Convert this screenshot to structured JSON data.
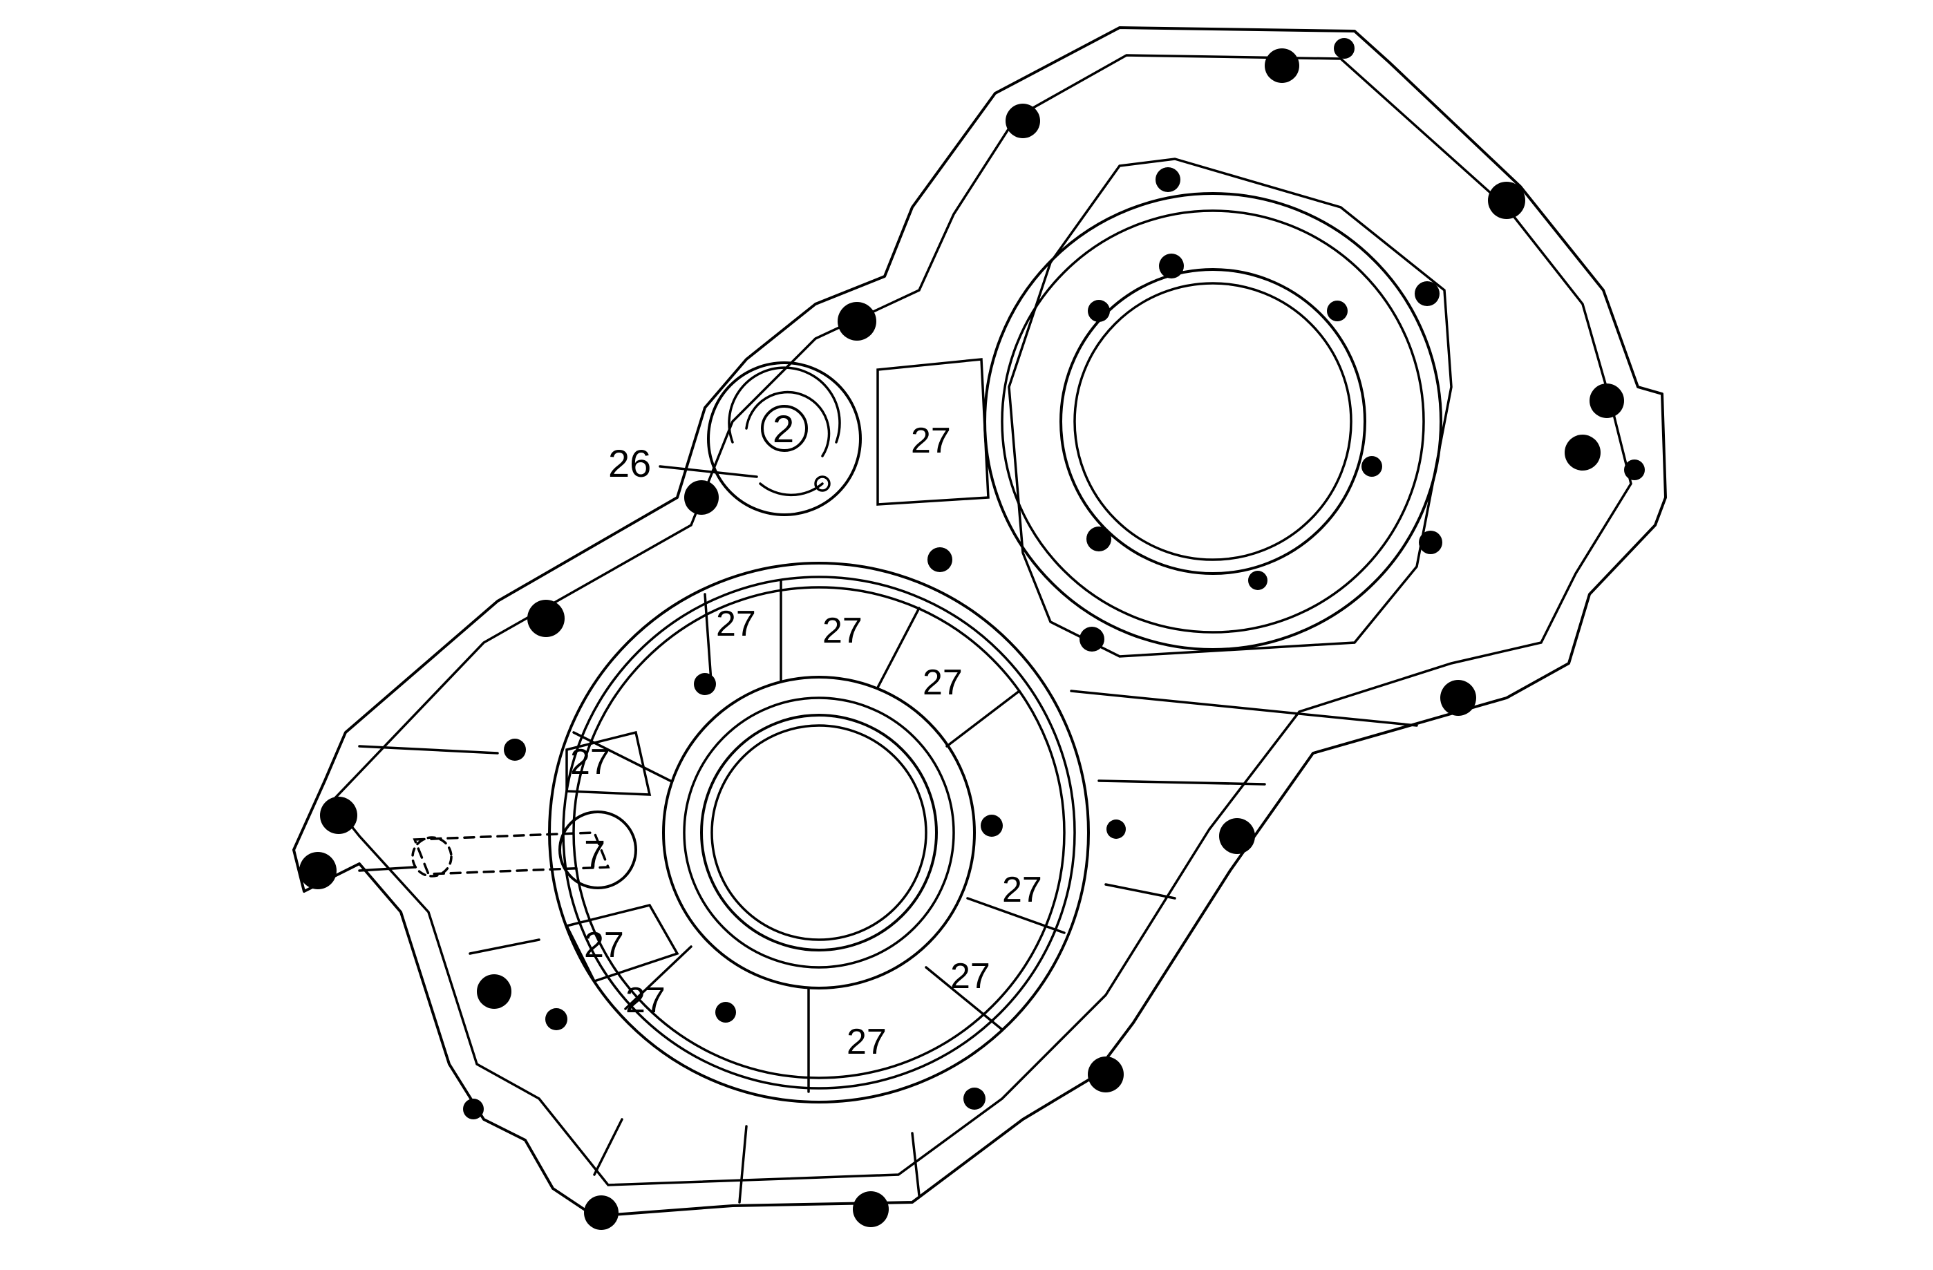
{
  "callouts": {
    "label_26": "26",
    "label_27": "27",
    "label_2": "2",
    "label_7": "7"
  },
  "colors": {
    "line": "#000000",
    "background": "#ffffff"
  }
}
